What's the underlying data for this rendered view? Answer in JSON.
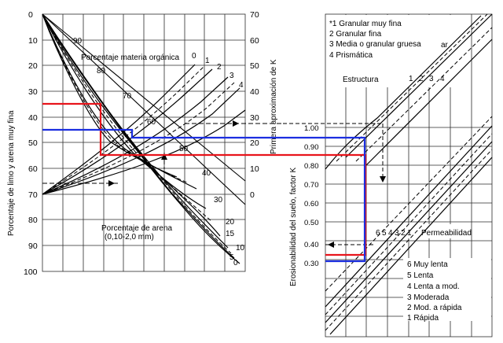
{
  "left_axis": {
    "label": "Porcentaje de limo y arena muy fina",
    "ticks": [
      "0",
      "10",
      "20",
      "30",
      "40",
      "50",
      "60",
      "70",
      "80",
      "90",
      "100"
    ]
  },
  "right_axis": {
    "label": "Primera aproximación de K",
    "ticks": [
      "70",
      "60",
      "50",
      "40",
      "30",
      "20",
      "10",
      "0"
    ]
  },
  "organic_matter": {
    "title": "Porcentaje materia orgánica",
    "labels": [
      "0",
      "1",
      "2",
      "3",
      "4"
    ]
  },
  "silt_curves": {
    "labels": [
      "90",
      "80",
      "70",
      "60",
      "50",
      "40",
      "30"
    ]
  },
  "sand": {
    "title_line1": "Porcentaje de arena",
    "title_line2": "(0,10-2,0 mm)",
    "labels": [
      "20",
      "15",
      "10",
      "5",
      "0"
    ]
  },
  "structure_legend": {
    "items": [
      "*1 Granular muy fina",
      "2 Granular fina",
      "3 Media o granular gruesa",
      "4  Prismática"
    ],
    "extra": "ar",
    "heading": "Estructura",
    "numbers": [
      "1",
      "2",
      "3",
      "4"
    ]
  },
  "k_axis": {
    "label": "Erosionabilidad del suelo, factor K",
    "ticks": [
      "1.00",
      "0.90",
      "0.80",
      "0.70",
      "0.60",
      "0.50",
      "0.40",
      "0.30"
    ]
  },
  "permeability": {
    "heading": "Permeabilidad",
    "numbers": [
      "6",
      "5",
      "4",
      "3",
      "2",
      "1"
    ],
    "items": [
      "6  Muy lenta",
      "5  Lenta",
      "4  Lenta a mod.",
      "3  Moderada",
      "2  Mod. a rápida",
      "1  Rápida"
    ]
  },
  "colors": {
    "red": "#e8141b",
    "blue": "#1b2ee0",
    "ink": "#000000",
    "grid": "#2a2a2a"
  }
}
